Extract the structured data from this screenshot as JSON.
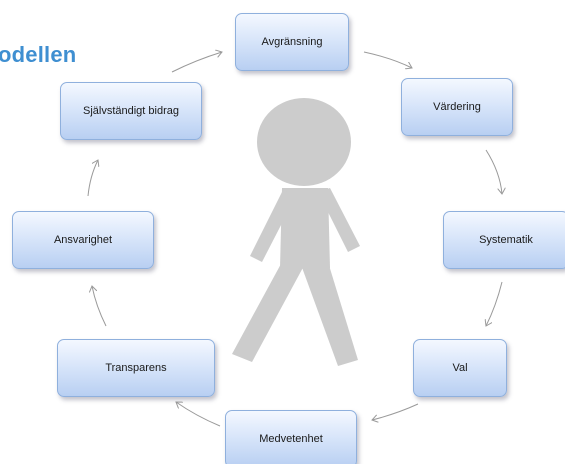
{
  "title": "odellen",
  "nodes": {
    "avgransning": "Avgränsning",
    "vardering": "Värdering",
    "systematik": "Systematik",
    "val": "Val",
    "medvetenhet": "Medvetenhet",
    "transparens": "Transparens",
    "ansvarighet": "Ansvarighet",
    "sjalvstandigt_bidrag": "Självständigt bidrag"
  },
  "colors": {
    "title": "#3f8fd1",
    "node_fill": "#d9e6fa",
    "node_border": "#8fb0dd",
    "figure": "#cccccc",
    "arrow": "#9a9a9a"
  },
  "icons": {
    "center_figure": "person-silhouette-icon"
  }
}
